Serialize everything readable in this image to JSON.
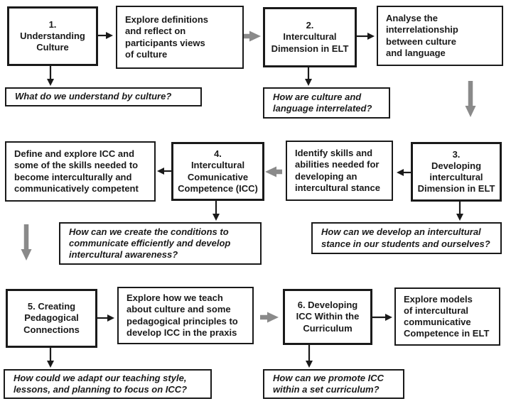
{
  "colors": {
    "ink": "#1a1a1a",
    "gray_arrow": "#8a8a8a",
    "box_background": "#ffffff",
    "page_background": "#ffffff"
  },
  "flow": {
    "step1": {
      "label": "1.\nUnderstanding\nCulture",
      "activity": "Explore definitions\nand reflect on\nparticipants views\nof culture",
      "question": "What do we understand by culture?"
    },
    "step2": {
      "label": "2.\nIntercultural\nDimension in ELT",
      "activity": "Analyse the\ninterrelationship\nbetween culture\nand language",
      "question": "How are culture and\nlanguage interrelated?"
    },
    "step3": {
      "label": "3.\nDeveloping\nintercultural\nDimension in ELT",
      "activity": "Identify skills and\nabilities needed for\ndeveloping an\nintercultural stance",
      "question": "How can we develop an intercultural\nstance in our students and ourselves?"
    },
    "step4": {
      "label": "4.\nIntercultural\nComunicative\nCompetence (ICC)",
      "activity": "Define and explore ICC and\nsome of the skills needed to\nbecome interculturally and\ncommunicatively competent",
      "question": "How can we create the conditions to\ncommunicate efficiently and develop\nintercultural awareness?"
    },
    "step5": {
      "label": "5. Creating\nPedagogical\nConnections",
      "activity": "Explore how we teach\nabout culture and some\npedagogical principles to\ndevelop ICC in the praxis",
      "question": "How could we adapt our teaching style,\nlessons, and planning to focus on ICC?"
    },
    "step6": {
      "label": "6. Developing\nICC Within the\nCurriculum",
      "activity": "Explore models\nof intercultural\ncommunicative\nCompetence in ELT",
      "question": "How can we promote ICC\nwithin a set curriculum?"
    }
  }
}
